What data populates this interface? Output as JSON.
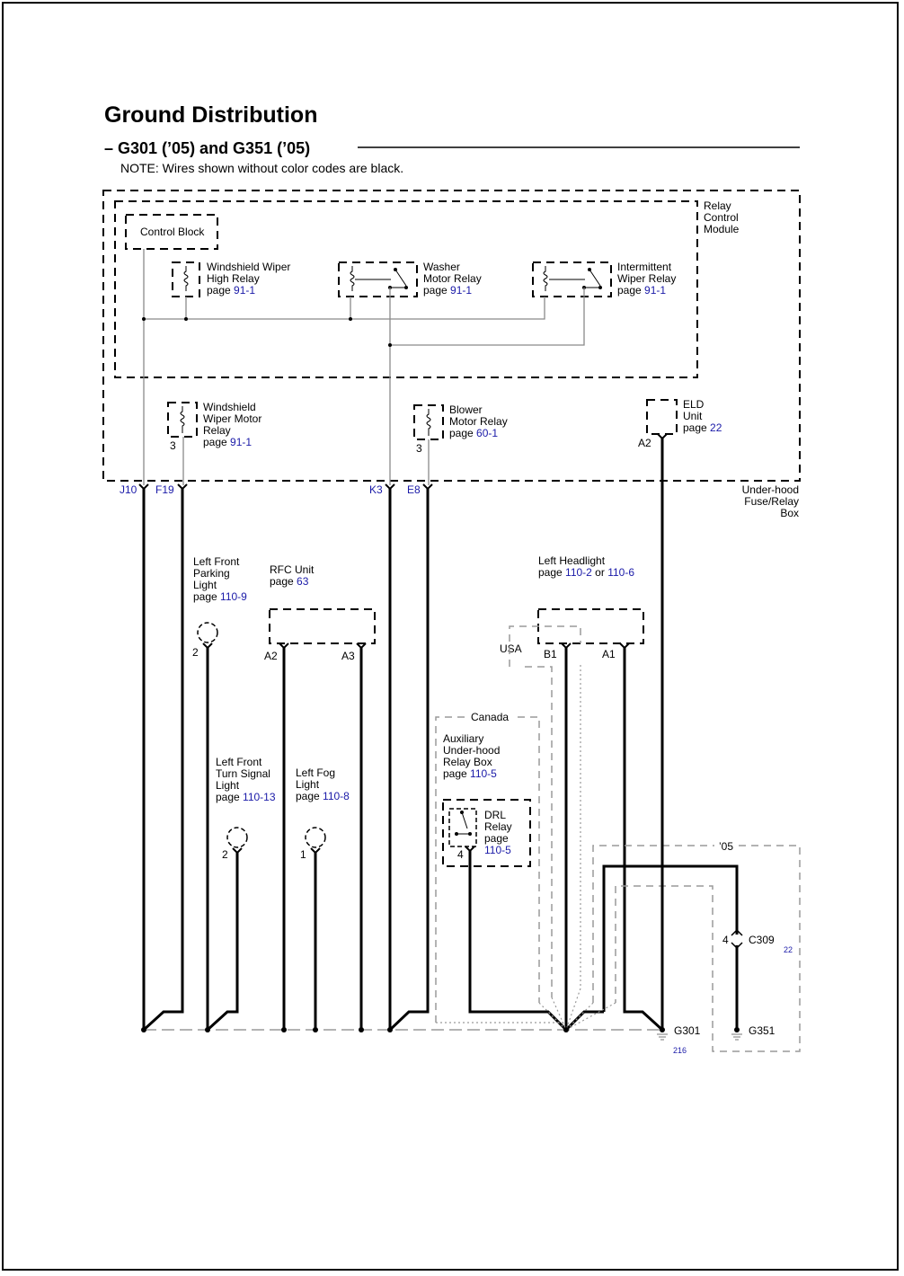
{
  "title": "Ground Distribution",
  "subtitle": "– G301 (’05) and G351 (’05)",
  "note": "NOTE: Wires shown without color codes are black.",
  "relay_control_module": [
    "Relay",
    "Control",
    "Module"
  ],
  "control_block": "Control Block",
  "ws_high_relay": {
    "lines": [
      "Windshield Wiper",
      "High Relay"
    ],
    "page_prefix": "page ",
    "page": "91-1"
  },
  "washer_relay": {
    "lines": [
      "Washer",
      "Motor Relay"
    ],
    "page_prefix": "page ",
    "page": "91-1"
  },
  "int_wiper_relay": {
    "lines": [
      "Intermittent",
      "Wiper Relay"
    ],
    "page_prefix": "page ",
    "page": "91-1"
  },
  "ws_motor_relay": {
    "lines": [
      "Windshield",
      "Wiper Motor",
      "Relay"
    ],
    "page_prefix": "page ",
    "page": "91-1",
    "pin": "3"
  },
  "blower_relay": {
    "lines": [
      "Blower",
      "Motor Relay"
    ],
    "page_prefix": "page ",
    "page": "60-1",
    "pin": "3"
  },
  "eld": {
    "lines": [
      "ELD",
      "Unit"
    ],
    "page_prefix": "page ",
    "page": "22",
    "pin": "A2"
  },
  "underhood_box": [
    "Under-hood",
    "Fuse/Relay",
    "Box"
  ],
  "box_pins": {
    "j10": "J10",
    "f19": "F19",
    "k3": "K3",
    "e8": "E8"
  },
  "parking_light": {
    "lines": [
      "Left Front",
      "Parking",
      "Light"
    ],
    "page_prefix": "page ",
    "page": "110-9",
    "pin": "2"
  },
  "rfc": {
    "lines": [
      "RFC Unit"
    ],
    "page_prefix": "page ",
    "page": "63",
    "pin_a2": "A2",
    "pin_a3": "A3"
  },
  "headlight": {
    "lines": [
      "Left Headlight"
    ],
    "page_prefix": "page ",
    "page": "110-2",
    "or": " or ",
    "page2": "110-6",
    "pin_b1": "B1",
    "pin_a1": "A1"
  },
  "usa": "USA",
  "canada": "Canada",
  "aux_box": {
    "lines": [
      "Auxiliary",
      "Under-hood",
      "Relay Box"
    ],
    "page_prefix": "page ",
    "page": "110-5"
  },
  "drl": {
    "lines": [
      "DRL",
      "Relay",
      "page"
    ],
    "page": "110-5",
    "pin": "4"
  },
  "turn_light": {
    "lines": [
      "Left Front",
      "Turn Signal",
      "Light"
    ],
    "page_prefix": "page ",
    "page": "110-13",
    "pin": "2"
  },
  "fog_light": {
    "lines": [
      "Left Fog",
      "Light"
    ],
    "page_prefix": "page ",
    "page": "110-8",
    "pin": "1"
  },
  "year_05": "’05",
  "c309": {
    "pin": "4",
    "name": "C309",
    "page": "22"
  },
  "g301": {
    "name": "G301",
    "page": "216"
  },
  "g351": {
    "name": "G351"
  }
}
